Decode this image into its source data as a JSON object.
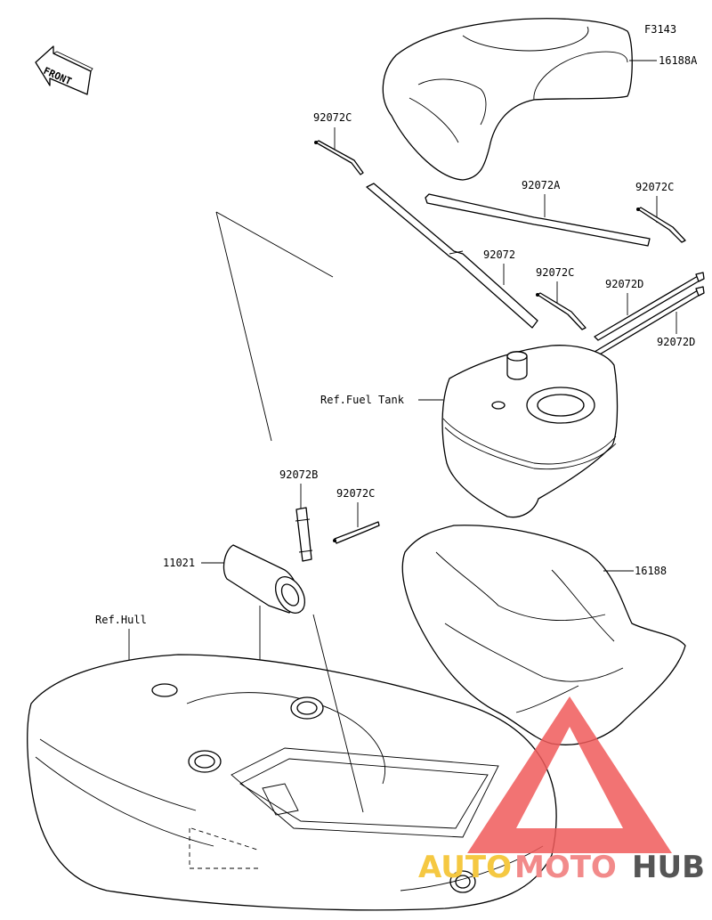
{
  "diagram": {
    "figure_code": "F3143",
    "front_label": "FRONT",
    "labels": {
      "seat_cover_a": "16188A",
      "strap_c_1": "92072C",
      "strap_a": "92072A",
      "strap_c_2": "92072C",
      "strap": "92072",
      "strap_c_3": "92072C",
      "strap_d_1": "92072D",
      "strap_d_2": "92072D",
      "ref_fuel_tank": "Ref.Fuel Tank",
      "strap_b": "92072B",
      "strap_c_4": "92072C",
      "filter": "11021",
      "ref_hull": "Ref.Hull",
      "seat_cover": "16188"
    }
  },
  "watermark": {
    "part1": "AUTO",
    "part2": "MOTO",
    "part3": "HUB",
    "colors": {
      "triangle": "#f05a5a",
      "auto": "#f5c842",
      "moto": "#f28a8a",
      "hub": "#555555"
    }
  }
}
